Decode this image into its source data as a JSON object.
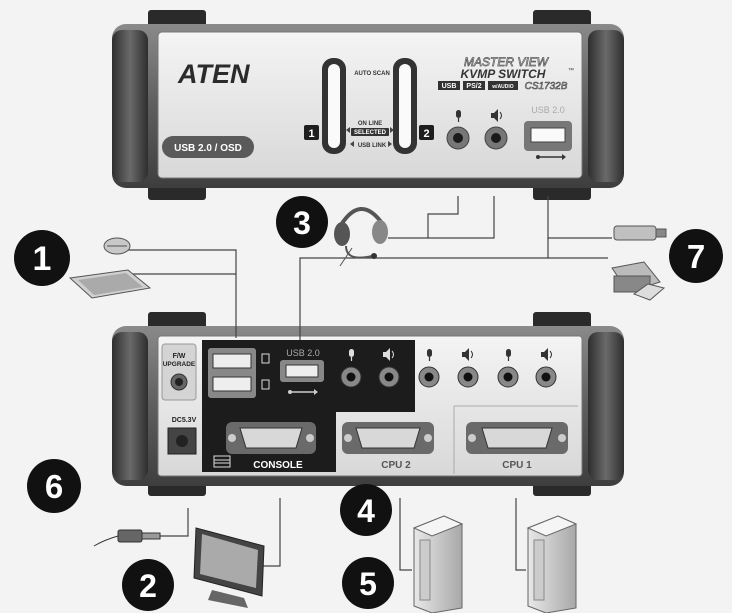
{
  "front_panel": {
    "brand": "ATEN",
    "product_line": "MASTER VIEW",
    "product_type": "KVMP SWITCH",
    "trademark": "™",
    "badge_usb": "USB",
    "badge_ps2": "PS/2",
    "badge_audio": "w/AUDIO",
    "model": "CS1732B",
    "usb_osd_label": "USB 2.0 / OSD",
    "auto_scan": "AUTO SCAN",
    "on_line": "ON LINE",
    "selected": "SELECTED",
    "usb_link": "USB LINK",
    "port1": "1",
    "port2": "2",
    "usb_port_label": "USB 2.0"
  },
  "rear_panel": {
    "fw_upgrade": "F/W\nUPGRADE",
    "fw_line1": "F/W",
    "fw_line2": "UPGRADE",
    "power_label": "DC5.3V",
    "usb_label": "USB 2.0",
    "console": "CONSOLE",
    "cpu2": "CPU 2",
    "cpu1": "CPU 1"
  },
  "callouts": [
    "1",
    "2",
    "3",
    "4",
    "5",
    "6",
    "7"
  ],
  "icons": [
    "mouse-icon",
    "keyboard-icon",
    "headset-icon",
    "usb-flash-drive-icon",
    "printer-icon",
    "power-adapter-icon",
    "monitor-icon",
    "computer-tower-icon",
    "microphone-icon",
    "speaker-icon",
    "usb-icon"
  ],
  "colors": {
    "panel": "#e6e6e6",
    "chassis": "#5a5a5a",
    "callout": "#111111",
    "dark_block": "#1c1c1c"
  }
}
